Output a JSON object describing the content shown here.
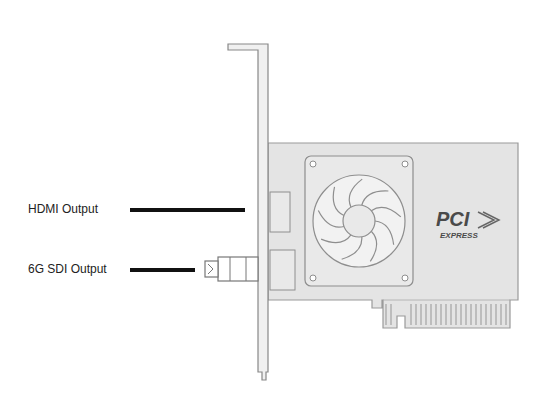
{
  "diagram": {
    "labels": [
      "HDMI Output",
      "6G SDI Output",
      "PCI",
      "EXPRESS"
    ]
  }
}
